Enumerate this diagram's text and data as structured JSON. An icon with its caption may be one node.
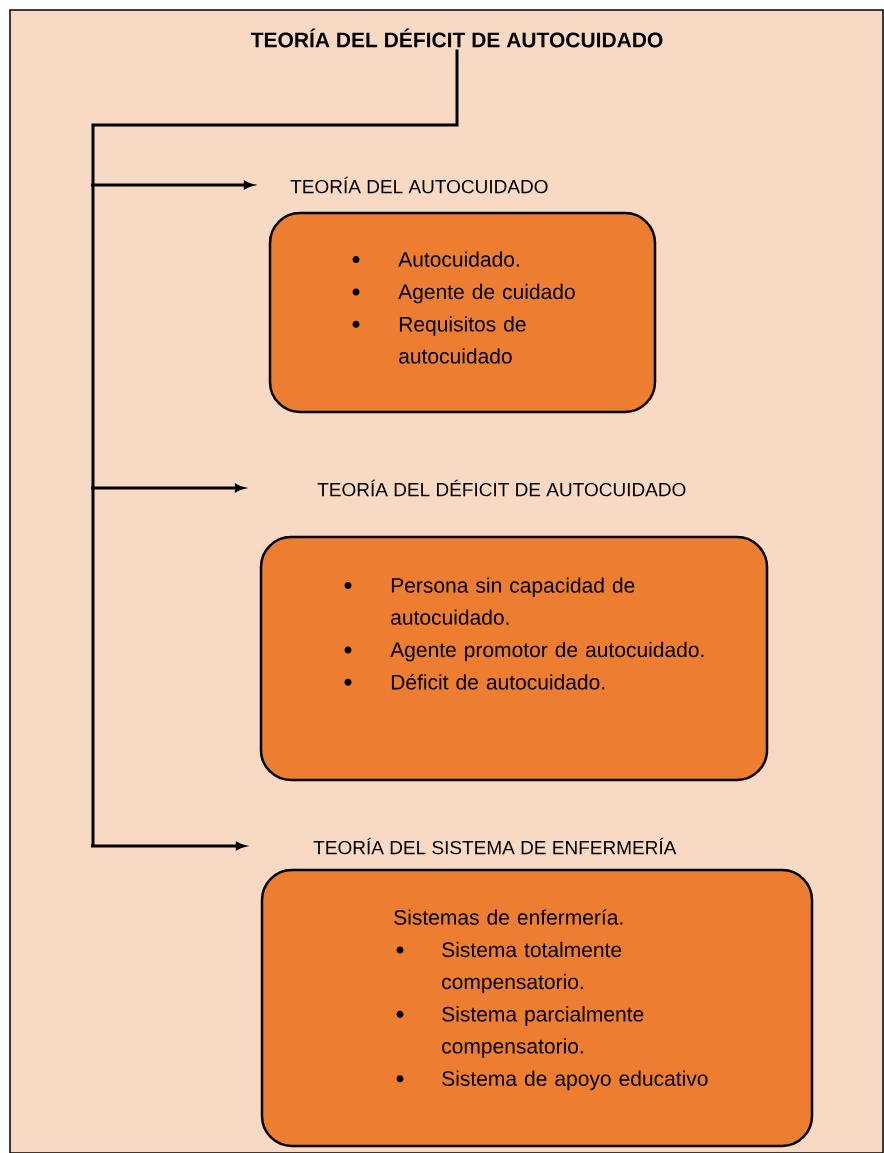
{
  "diagram": {
    "nodes": [
      {
        "text": [
          "TEORÍA DEL DÉFICIT DE AUTOCUIDADO"
        ]
      },
      {
        "text": [
          "TEORÍA DEL AUTOCUIDADO",
          "Autocuidado.",
          "Agente de cuidado",
          "Requisitos de autocuidado"
        ]
      },
      {
        "text": [
          "TEORÍA DEL DÉFICIT DE AUTOCUIDADO",
          "Persona sin capacidad de autocuidado.",
          "Agente promotor de autocuidado.",
          "Déficit de autocuidado."
        ]
      },
      {
        "text": [
          "TEORÍA DEL SISTEMA DE ENFERMERÍA",
          "Sistemas de enfermería.",
          "Sistema totalmente compensatorio.",
          "Sistema parcialmente compensatorio.",
          "Sistema de apoyo educativo"
        ]
      }
    ],
    "edges": [
      {
        "from": 0,
        "to": 1,
        "arrow": "to"
      },
      {
        "from": 0,
        "to": 2,
        "arrow": "to"
      },
      {
        "from": 0,
        "to": 3,
        "arrow": "to"
      }
    ]
  }
}
